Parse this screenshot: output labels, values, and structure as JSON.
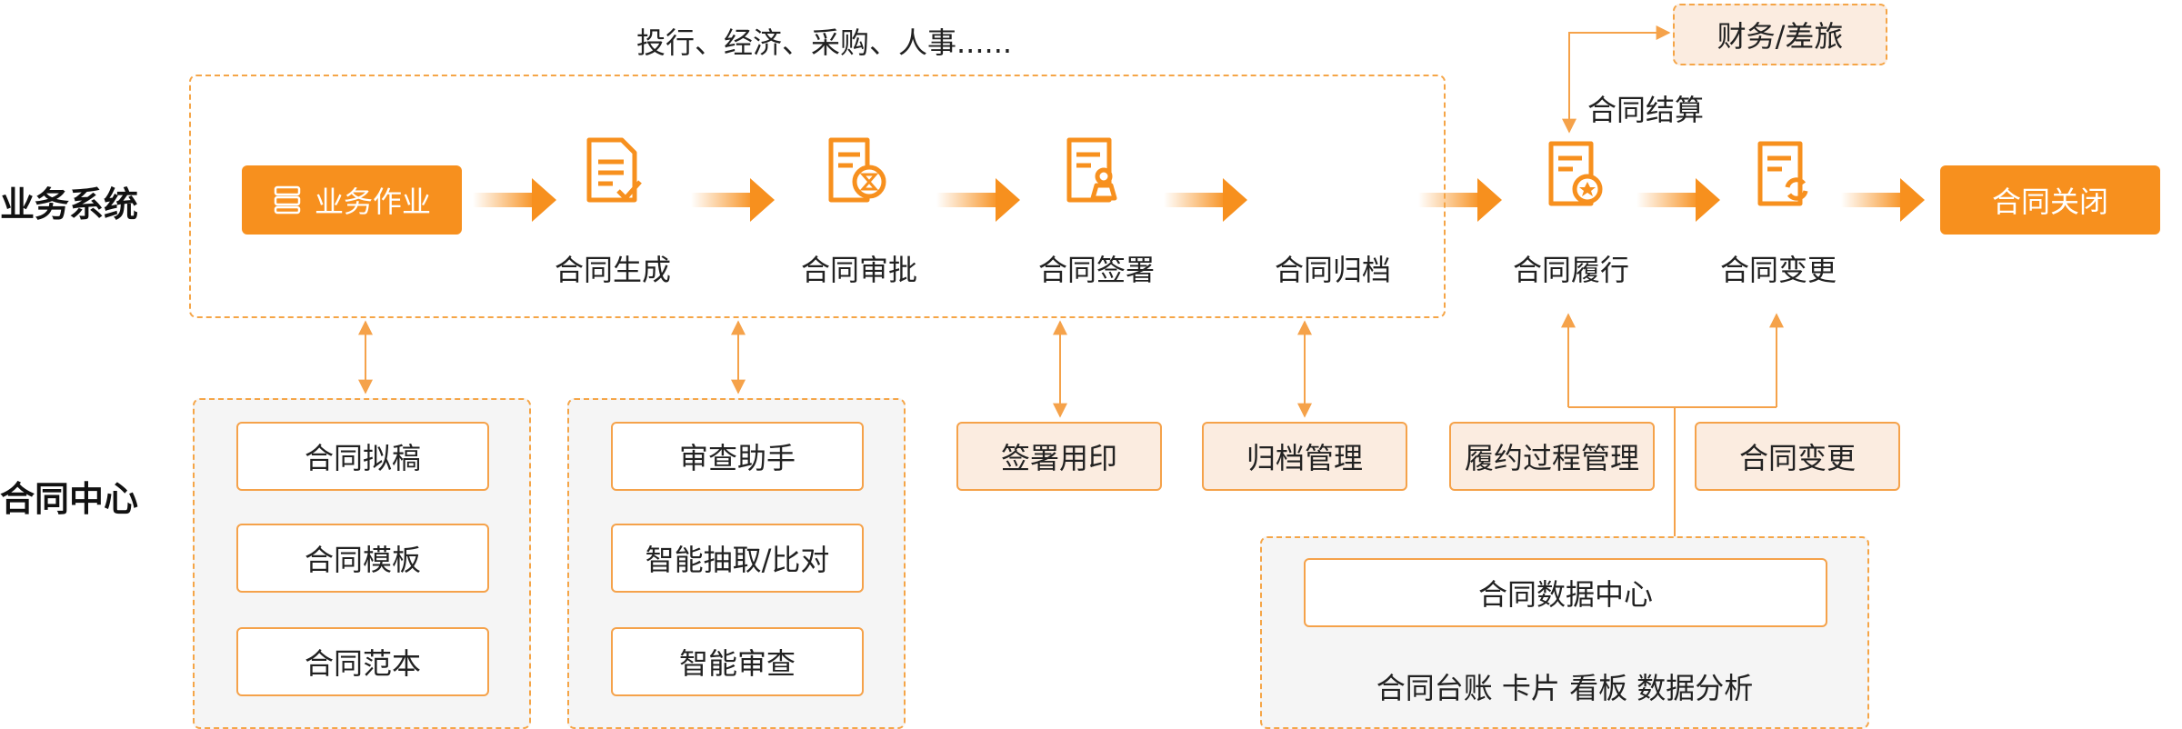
{
  "header": {
    "top_note": "投行、经济、采购、人事......",
    "finance_box": "财务/差旅",
    "settlement_label": "合同结算"
  },
  "rows": {
    "business_label": "业务系统",
    "center_label": "合同中心"
  },
  "flow": {
    "start_button": "业务作业",
    "steps": [
      "合同生成",
      "合同审批",
      "合同签署",
      "合同归档",
      "合同履行",
      "合同变更"
    ],
    "end_button": "合同关闭"
  },
  "center": {
    "drafting_group": [
      "合同拟稿",
      "合同模板",
      "合同范本"
    ],
    "review_group": [
      "审查助手",
      "智能抽取/比对",
      "智能审查"
    ],
    "sign_seal": "签署用印",
    "archive_manage": "归档管理",
    "performance_manage": "履约过程管理",
    "change": "合同变更",
    "data_center": {
      "title": "合同数据中心",
      "subtitle": "合同台账 卡片 看板 数据分析"
    }
  },
  "colors": {
    "accent": "#f7901e",
    "accent_light": "#f5a547",
    "cream": "#fbece0",
    "panel_gray": "#f5f5f5"
  },
  "icons": [
    "list-icon",
    "doc-edit-icon",
    "doc-approve-icon",
    "doc-sign-icon",
    "doc-settle-icon",
    "doc-change-icon"
  ]
}
